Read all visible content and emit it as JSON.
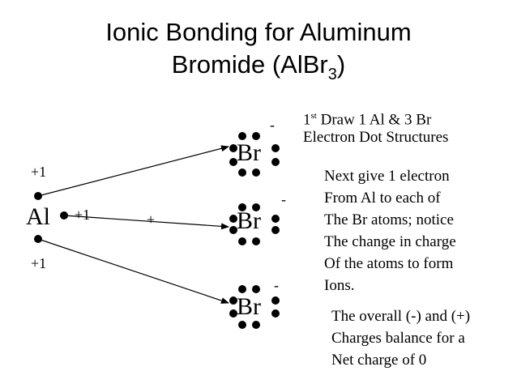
{
  "title": {
    "line1": "Ionic Bonding for Aluminum",
    "line2_prefix": "Bromide (AlBr",
    "line2_subscript": "3",
    "line2_suffix": ")"
  },
  "atoms": {
    "al": "Al",
    "br_top": "Br",
    "br_middle": "Br",
    "br_bottom": "Br"
  },
  "charges": {
    "al_top": "+1",
    "al_middle": "+1",
    "al_bottom": "+1",
    "arrow_plus": "+",
    "br_top": "-",
    "br_middle": "-",
    "br_bottom": "-"
  },
  "notes": {
    "step1_number": "1",
    "step1_ordinal": "st",
    "step1_line1": "Draw 1 Al & 3 Br",
    "step1_line2": "Electron Dot Structures",
    "step2_lines": [
      "Next give 1 electron",
      "From Al to each of",
      "The Br atoms; notice",
      "The change in charge",
      "Of the atoms to form",
      "Ions."
    ],
    "step3_lines": [
      "The overall (-) and (+)",
      "Charges balance for a",
      "Net charge of 0"
    ]
  },
  "colors": {
    "ink": "#000000",
    "background": "#ffffff"
  }
}
